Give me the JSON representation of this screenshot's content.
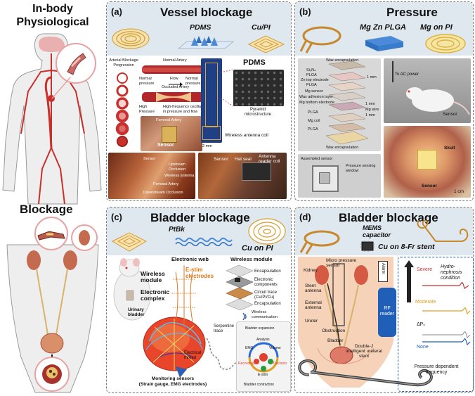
{
  "left": {
    "title_line1": "In-body",
    "title_line2": "Physiological",
    "blockage": "Blockage"
  },
  "panel_a": {
    "letter": "(a)",
    "title": "Vessel blockage",
    "materials": [
      "PDMS",
      "Cu/PI"
    ],
    "progression_label": "Arterial Blockage Progression",
    "normal_artery": "Normal Artery",
    "normal_pressure_left": "Normal pressure",
    "flow": "Flow",
    "normal_pressure_right": "Normal pressure",
    "occluded_artery": "Occluded Artery",
    "high_pressure": "High Pressure",
    "oscillations": "High-frequency oscillations in pressure and flow",
    "femoral_artery": "Femoral Artery",
    "sensor": "Sensor",
    "pdms_label": "PDMS",
    "pyramid": "Pyramid microstructure",
    "antenna_coil": "Wireless antenna coil",
    "scale": "2 mm",
    "photo_labels": [
      "Sensor",
      "Hat seal",
      "Antenna reader coil"
    ],
    "surgery_labels": [
      "Sensor",
      "Upstream Occlusion",
      "Wireless antenna",
      "Femoral Artery",
      "Downstream Occlusion"
    ]
  },
  "panel_b": {
    "letter": "(b)",
    "title": "Pressure",
    "materials": [
      "Mg Zn PLGA",
      "Mg on PI"
    ],
    "layers": [
      "Wax encapsulation",
      "Si₃N₄",
      "PLGA",
      "Zn top electrode",
      "PLGA",
      "Mg sensor",
      "Wax adhesion layer",
      "Mg bottom electrode",
      "PLGA",
      "Mg coil",
      "PLGA",
      "Wax encapsulation"
    ],
    "layer_right": [
      "1 mm",
      "1 mm",
      "Mg wire",
      "1 mm"
    ],
    "assembled": "Assembled sensor",
    "window": "Pressure sensing window",
    "ac_power": "To AC power",
    "sensor": "Sensor",
    "skull": "Skull",
    "sensor2": "Sensor",
    "scale": "1 cm"
  },
  "panel_c": {
    "letter": "(c)",
    "title": "Bladder blockage",
    "materials": [
      "PtBk",
      "Cu on PI"
    ],
    "wireless_module": "Wireless module",
    "electronic_complex": "Electronic complex",
    "urinary_bladder": "Urinary bladder",
    "electronic_web": "Electronic web",
    "estim": "E-stim electrodes",
    "wireless_module_title": "Wireless module",
    "stack": [
      "Encapsulation",
      "Electronic components",
      "Circuit trace (Cu/PI/Cu)",
      "Encapsulation"
    ],
    "wireless_comm": "Wireless communication",
    "serpentine": "Serpentine trace",
    "electrical_thread": "Electrical thread",
    "monitoring": "Monitoring sensors",
    "monitoring2": "(Strain gauge, EMG electrodes)",
    "cycle": [
      "Bladder expansion",
      "Analysis",
      "EMG",
      "Volume",
      "Recording",
      "Decision",
      "E-stim",
      "Bladder contraction"
    ]
  },
  "panel_d": {
    "letter": "(d)",
    "title": "Bladder blockage",
    "mems": "MEMS capacitor",
    "material": "Cu on 8-Fr stent",
    "micro_pressure": "Micro pressure sensor",
    "kidney": "Kidney",
    "stent_antenna": "Stent antenna",
    "external_antenna": "External antenna",
    "ureter": "Ureter",
    "obstruction": "Obstruction",
    "bladder": "Bladder",
    "double_j": "Double-J intelligent ureteral stent",
    "alarm": "Alarm",
    "rf_reader": "RF reader",
    "hydro": "Hydro- nephrosis condition",
    "severe": "Severe",
    "moderate": "Moderate",
    "none": "None",
    "delta": "ΔPₓ",
    "pressure_dep": "Pressure dependent frequency"
  }
}
